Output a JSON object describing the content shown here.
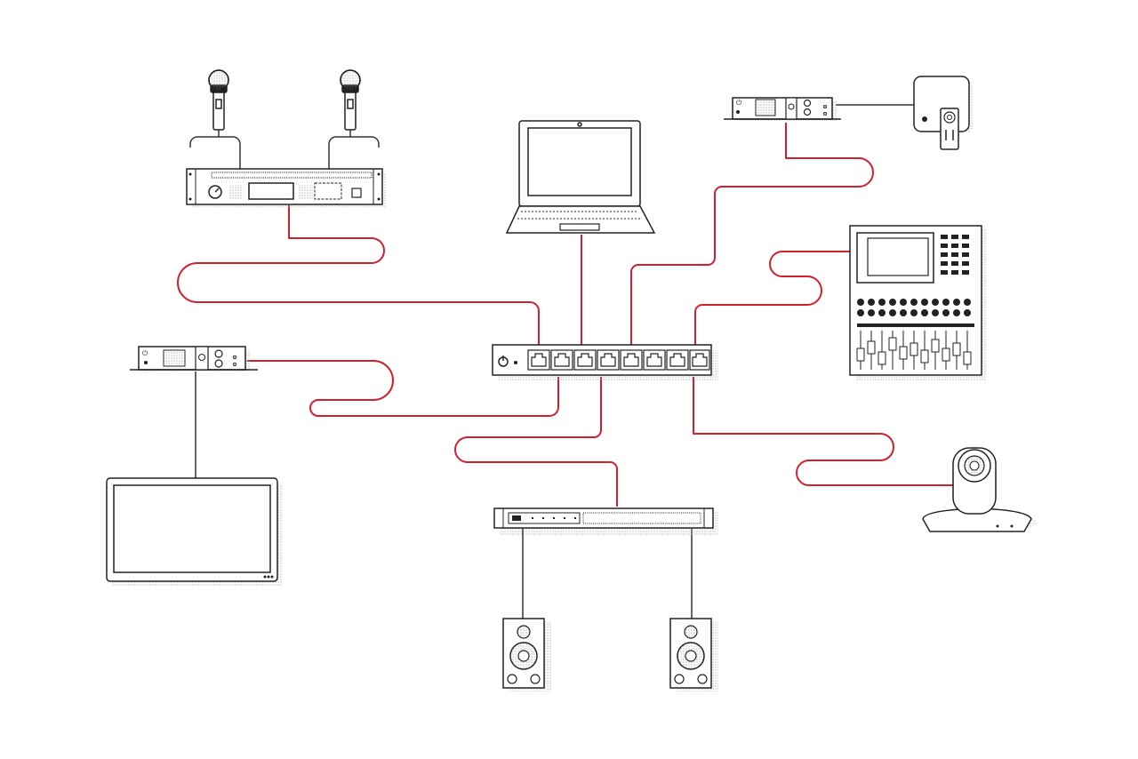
{
  "diagram": {
    "colors": {
      "background": "#ffffff",
      "device_stroke": "#222222",
      "network_cable": "#d3202f",
      "analog_cable": "#333333",
      "shadow": "#9a9a9a"
    },
    "devices": [
      {
        "id": "mic-left",
        "icon": "microphone-icon"
      },
      {
        "id": "mic-right",
        "icon": "microphone-icon"
      },
      {
        "id": "wireless-mic-receiver",
        "icon": "rack-receiver-icon"
      },
      {
        "id": "laptop",
        "icon": "laptop-icon"
      },
      {
        "id": "io-interface-top",
        "icon": "io-interface-icon"
      },
      {
        "id": "wall-control-panel",
        "icon": "control-panel-icon"
      },
      {
        "id": "digital-mixer",
        "icon": "mixing-console-icon"
      },
      {
        "id": "io-interface-left",
        "icon": "io-interface-icon"
      },
      {
        "id": "network-switch",
        "icon": "network-switch-icon",
        "ports": 8
      },
      {
        "id": "display-monitor",
        "icon": "monitor-icon"
      },
      {
        "id": "power-amplifier",
        "icon": "rack-amplifier-icon"
      },
      {
        "id": "ptz-camera",
        "icon": "ptz-camera-icon"
      },
      {
        "id": "speaker-left",
        "icon": "speaker-icon"
      },
      {
        "id": "speaker-right",
        "icon": "speaker-icon"
      }
    ],
    "network_links": [
      {
        "from": "wireless-mic-receiver",
        "to": "network-switch",
        "port": 1
      },
      {
        "from": "laptop",
        "to": "network-switch",
        "port": 3
      },
      {
        "from": "io-interface-top",
        "to": "network-switch",
        "port": 5
      },
      {
        "from": "digital-mixer",
        "to": "network-switch",
        "port": 8
      },
      {
        "from": "io-interface-left",
        "to": "network-switch",
        "port": 2
      },
      {
        "from": "power-amplifier",
        "to": "network-switch",
        "port": 4
      },
      {
        "from": "ptz-camera",
        "to": "network-switch",
        "port": 7
      }
    ],
    "analog_links": [
      {
        "from": "mic-left",
        "to": "wireless-mic-receiver"
      },
      {
        "from": "mic-right",
        "to": "wireless-mic-receiver"
      },
      {
        "from": "io-interface-top",
        "to": "wall-control-panel"
      },
      {
        "from": "io-interface-left",
        "to": "display-monitor"
      },
      {
        "from": "power-amplifier",
        "to": "speaker-left"
      },
      {
        "from": "power-amplifier",
        "to": "speaker-right"
      }
    ]
  }
}
